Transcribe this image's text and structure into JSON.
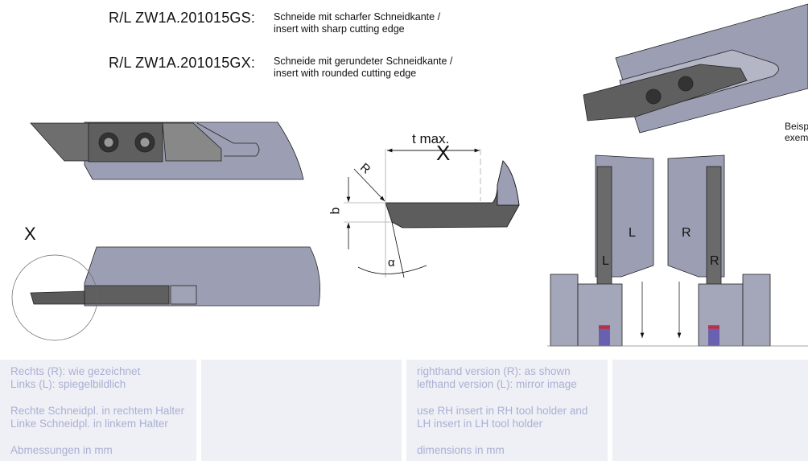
{
  "header": {
    "items": [
      {
        "code": "R/L ZW1A.201015GS:",
        "desc_de": "Schneide mit scharfer Schneidkante /",
        "desc_en": "insert with sharp cutting edge"
      },
      {
        "code": "R/L ZW1A.201015GX:",
        "desc_de": "Schneide mit gerundeter Schneidkante /",
        "desc_en": "insert with rounded cutting edge"
      }
    ]
  },
  "drawing": {
    "detail_label": "X",
    "detail_marker": "X",
    "t_max": "t max.",
    "radius": "R",
    "width": "b",
    "angle": "α",
    "holder_left": "L",
    "insert_left": "L",
    "holder_right": "R",
    "insert_right": "R",
    "example_de": "Beisp",
    "example_en": "exem"
  },
  "notes": {
    "de": {
      "line1": "Rechts (R): wie gezeichnet",
      "line2": "Links (L): spiegelbildlich",
      "line3": "Rechte Schneidpl. in rechtem Halter",
      "line4": "Linke Schneidpl. in linkem Halter",
      "line5": "Abmessungen in mm"
    },
    "en": {
      "line1": "righthand version (R): as shown",
      "line2": "lefthand version (L): mirror image",
      "line3": "use RH insert in RH tool holder and",
      "line4": "LH insert in LH tool holder",
      "line5": "dimensions in mm"
    }
  },
  "colors": {
    "holder": "#9c9fb3",
    "insert": "#6b6b6b",
    "panel": "#eff0f6",
    "panel_text": "#a9b0d2"
  }
}
